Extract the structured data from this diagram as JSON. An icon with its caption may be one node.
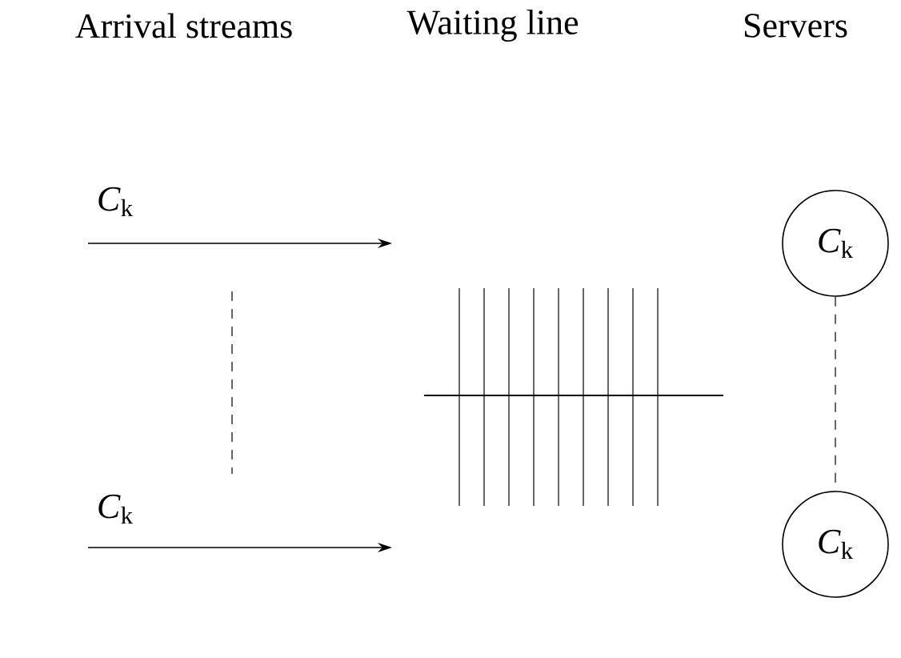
{
  "diagram": {
    "nodes": [
      {
        "text": [
          "*C*$_{k}$"
        ]
      },
      {
        "text": [
          "*C*$_{k}$"
        ]
      }
    ],
    "edges": [
      {
        "from": 0,
        "to": 1,
        "arrow": "none",
        "style": "dashed"
      }
    ],
    "labels": [
      "Arrival streams",
      "Waiting line",
      "Servers",
      "*C*$_{k}$",
      "*C*$_{k}$"
    ]
  }
}
